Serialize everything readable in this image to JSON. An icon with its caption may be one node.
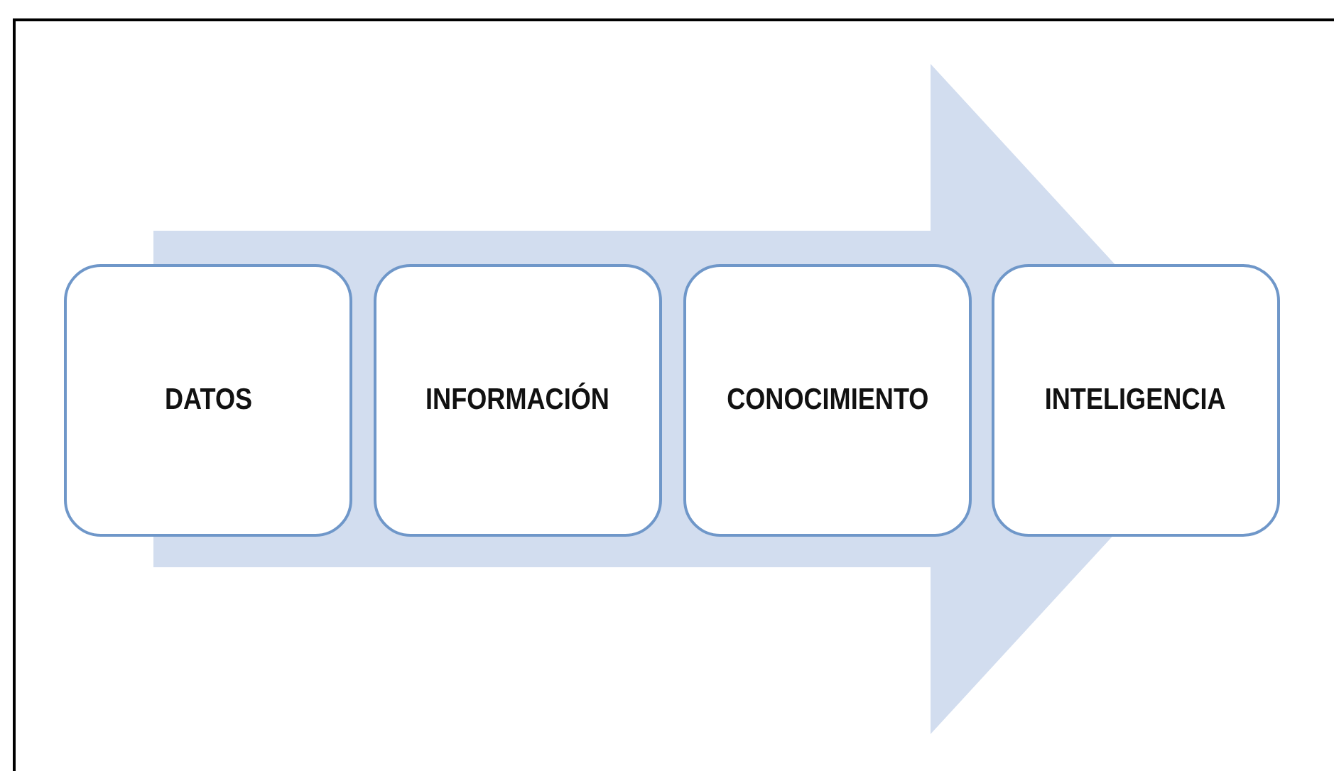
{
  "diagram": {
    "nodes": [
      {
        "text": [
          "DATOS"
        ]
      },
      {
        "text": [
          "INFORMACIÓN"
        ]
      },
      {
        "text": [
          "CONOCIMIENTO"
        ]
      },
      {
        "text": [
          "INTELIGENCIA"
        ]
      }
    ],
    "edges": [
      {
        "from": 0,
        "to": 3,
        "arrow": "to"
      }
    ]
  }
}
